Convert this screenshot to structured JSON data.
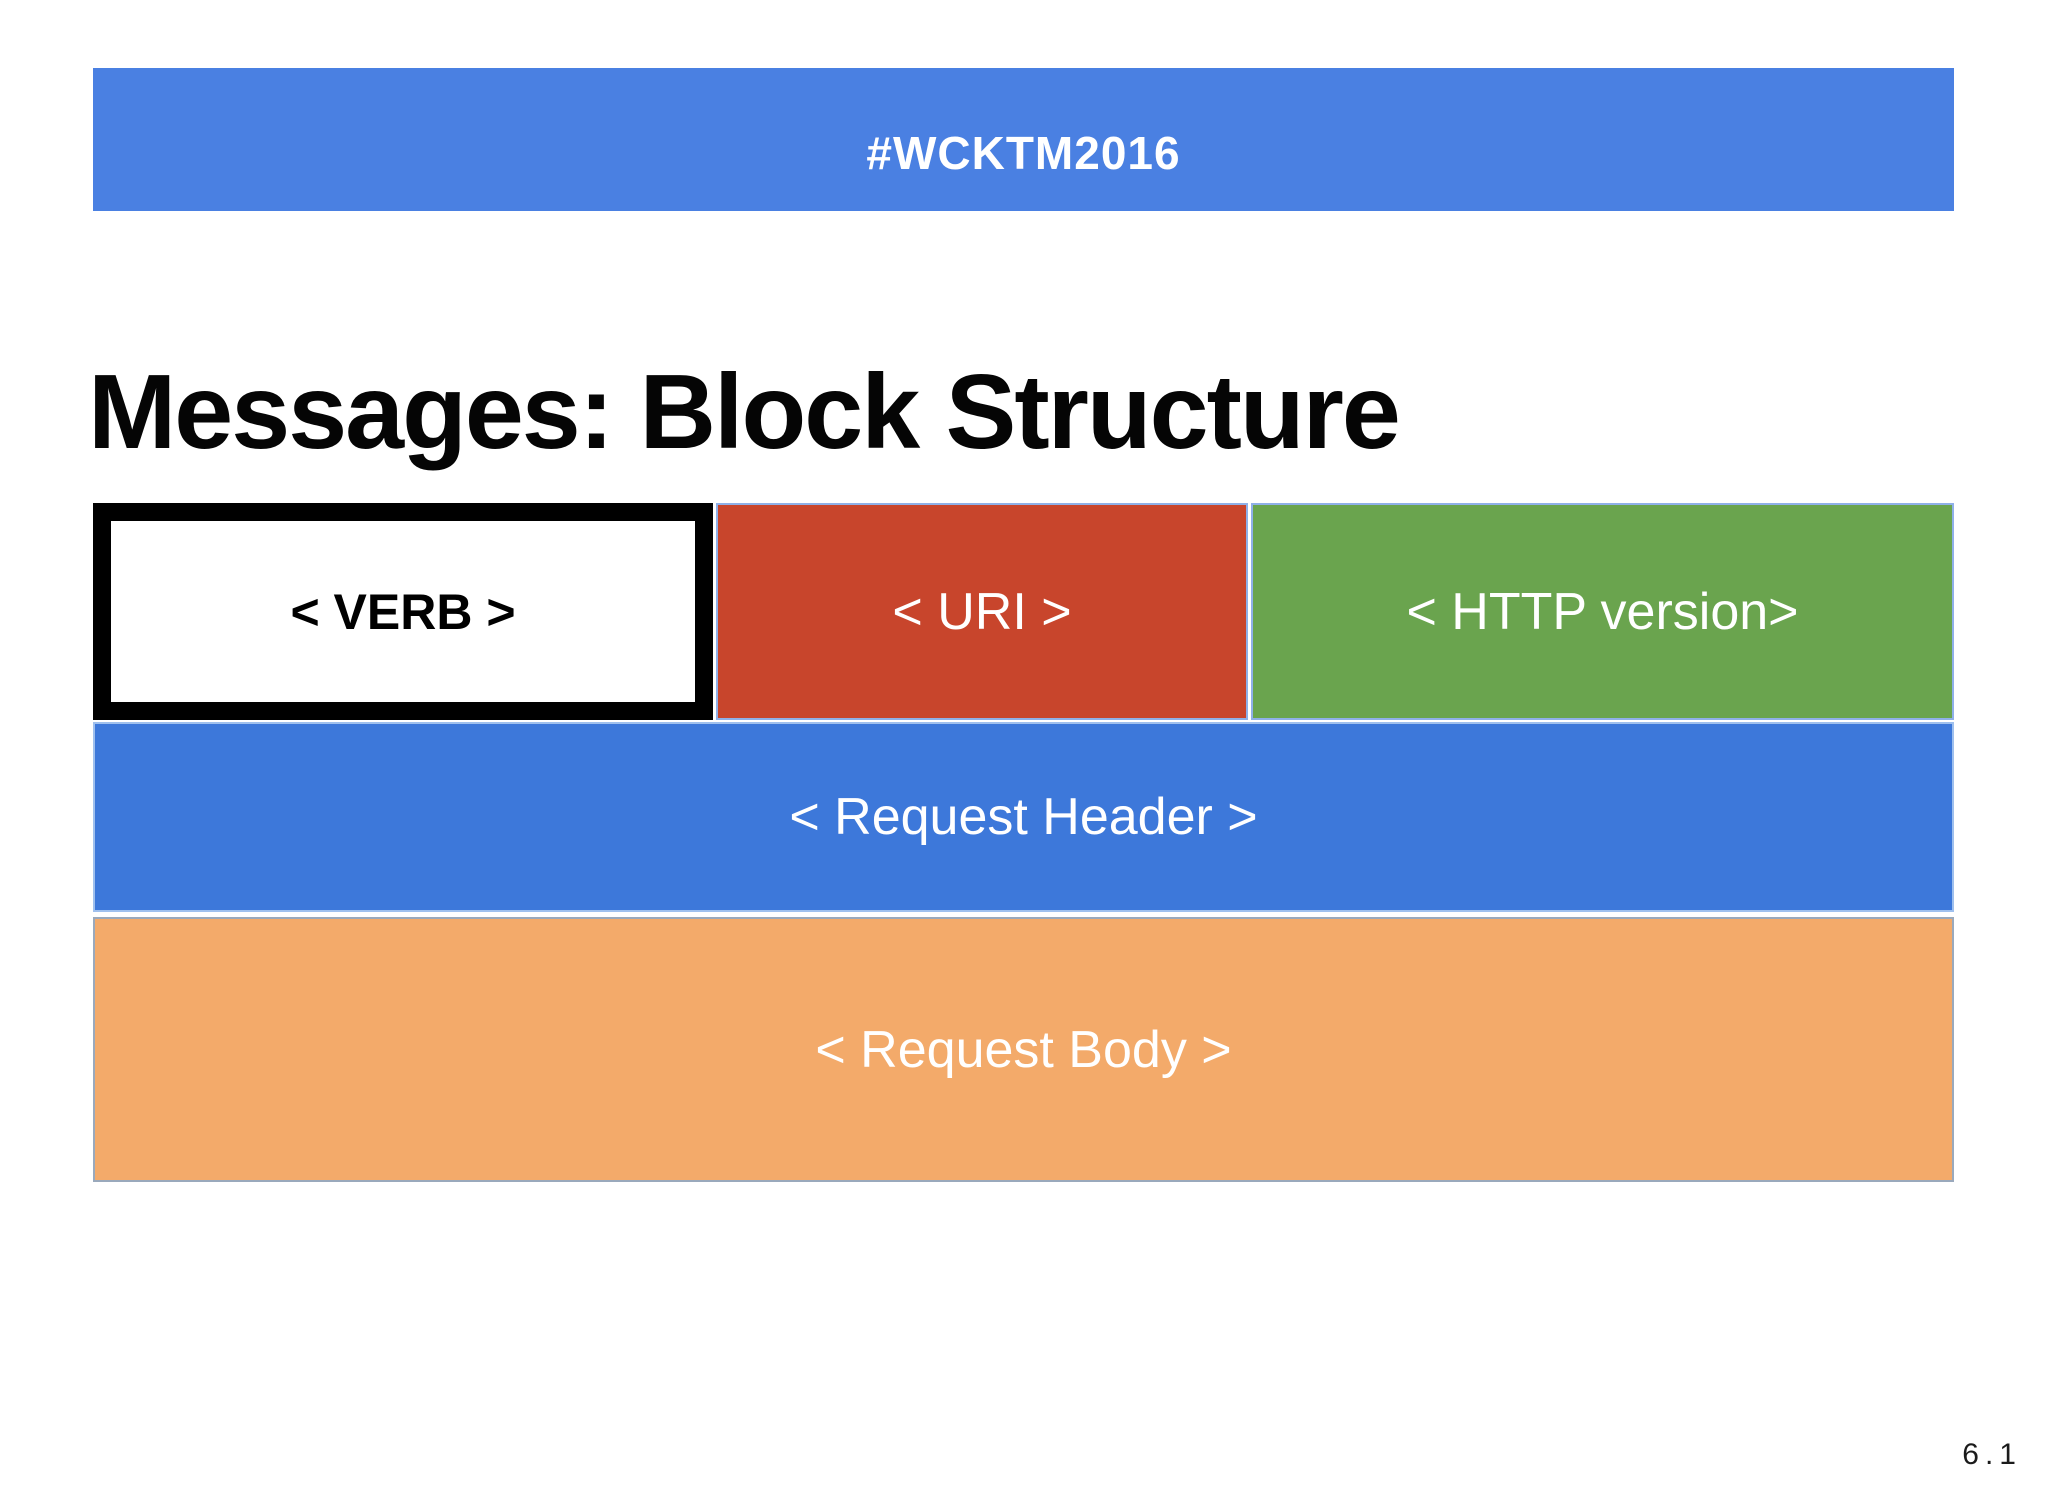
{
  "slide": {
    "banner": {
      "text": "#WCKTM2016"
    },
    "title": "Messages: Block Structure",
    "blocks": {
      "verb_label": "< VERB >",
      "uri_label": "< URI >",
      "http_version_label": "< HTTP version>",
      "request_header_label": "< Request Header >",
      "request_body_label": "< Request Body >"
    },
    "page_number": "6.1",
    "colors": {
      "banner_blue": "#4a80e2",
      "request_header_blue": "#3d78da",
      "uri_red": "#c8452c",
      "http_version_green": "#6aa44e",
      "request_body_orange": "#f3aa6a",
      "verb_border_black": "#000000"
    }
  }
}
